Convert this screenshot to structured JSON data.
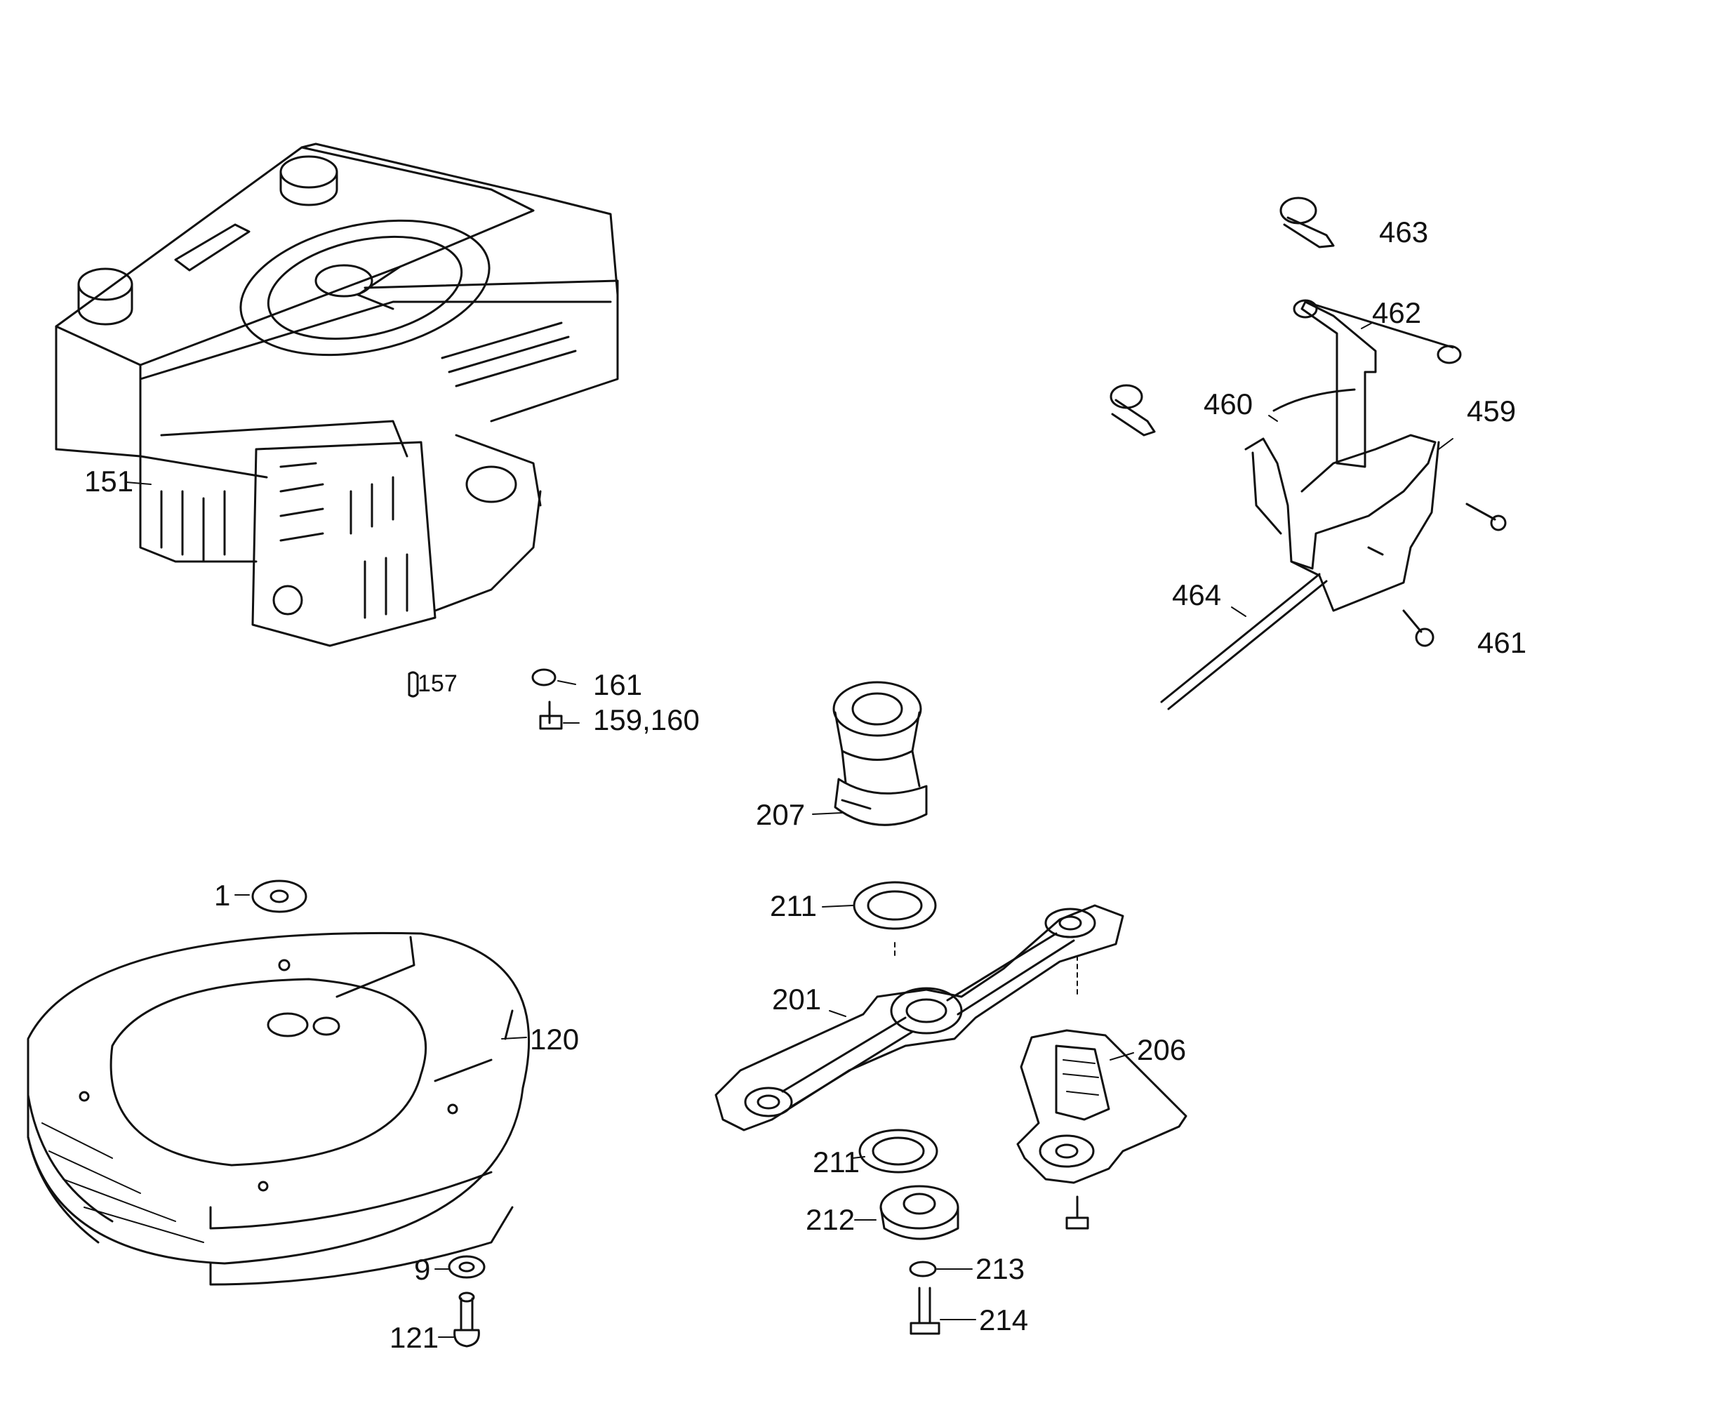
{
  "labels": {
    "p1": "1",
    "p9": "9",
    "p120": "120",
    "p121": "121",
    "p151": "151",
    "p157": "157",
    "p159_160": "159,160",
    "p161": "161",
    "p201": "201",
    "p206": "206",
    "p207": "207",
    "p211a": "211",
    "p211b": "211",
    "p212": "212",
    "p213": "213",
    "p214": "214",
    "p459": "459",
    "p460": "460",
    "p461": "461",
    "p462": "462",
    "p463": "463",
    "p464": "464"
  },
  "colors": {
    "line": "#111111",
    "background": "#ffffff"
  }
}
